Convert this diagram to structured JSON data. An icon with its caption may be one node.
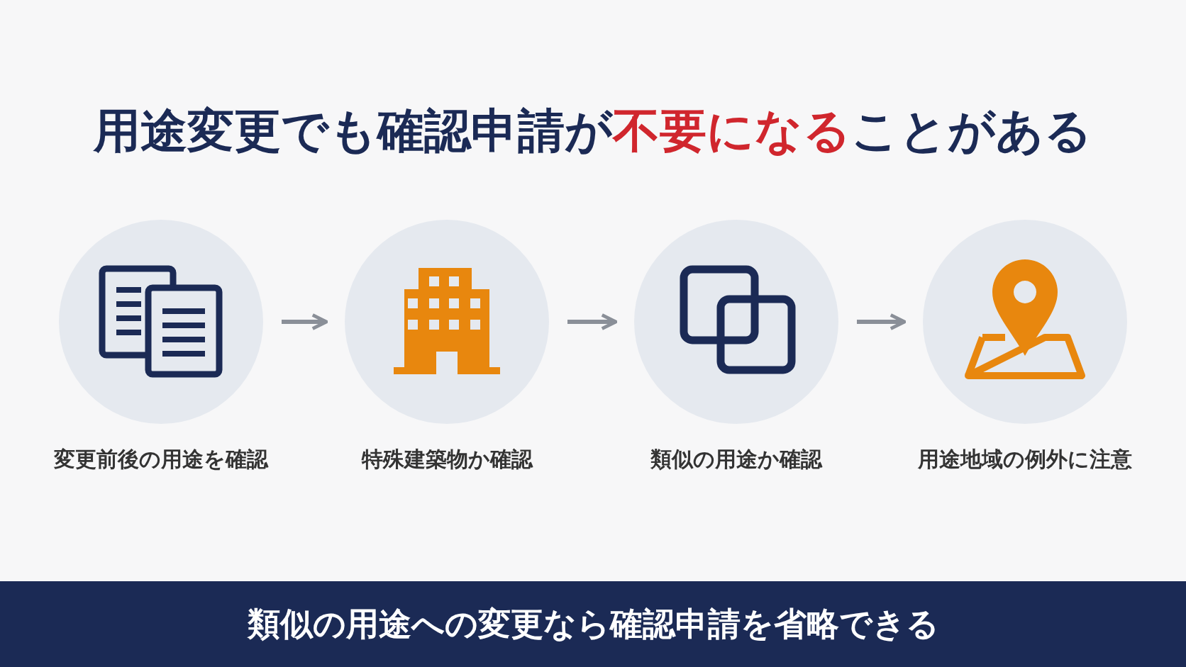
{
  "diagram": {
    "title": "用途変更でも確認申請が**不要になる**ことがある",
    "caption": "類似の用途への変更なら確認申請を省略できる",
    "nodes": [
      {
        "text": [
          "変更前後の用途を確認"
        ]
      },
      {
        "text": [
          "特殊建築物か確認"
        ]
      },
      {
        "text": [
          "類似の用途か確認"
        ]
      },
      {
        "text": [
          "用途地域の例外に注意"
        ]
      }
    ],
    "edges": [
      {
        "from": 0,
        "to": 1,
        "arrow": "to"
      },
      {
        "from": 1,
        "to": 2,
        "arrow": "to"
      },
      {
        "from": 2,
        "to": 3,
        "arrow": "to"
      }
    ]
  }
}
